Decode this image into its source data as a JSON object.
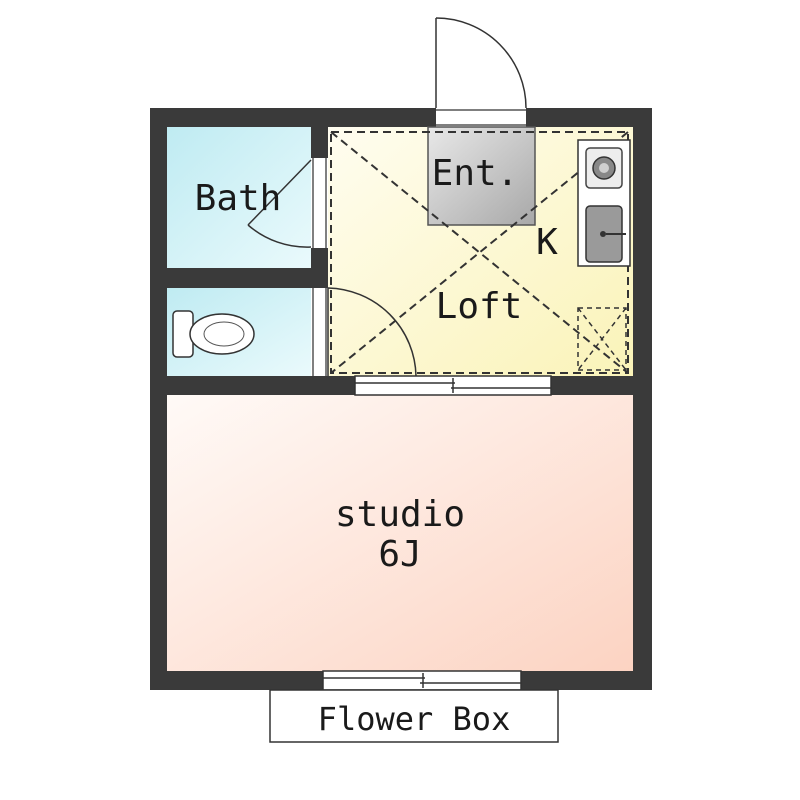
{
  "labels": {
    "bath": "Bath",
    "entrance": "Ent.",
    "kitchen": "K",
    "loft": "Loft",
    "studio_name": "studio",
    "studio_size": "6J",
    "flower_box": "Flower Box"
  },
  "colors": {
    "wall": "#3a3a3a",
    "bath_fill": "#cdeff5",
    "kitchen_fill": "#fbf7cf",
    "studio_fill": "#fbd9cc",
    "entrance_fill": "#bdbdbd",
    "outline": "#333333"
  },
  "icons": [
    "door-swing-icon",
    "toilet-icon",
    "stove-icon",
    "sink-icon",
    "window-icon"
  ]
}
